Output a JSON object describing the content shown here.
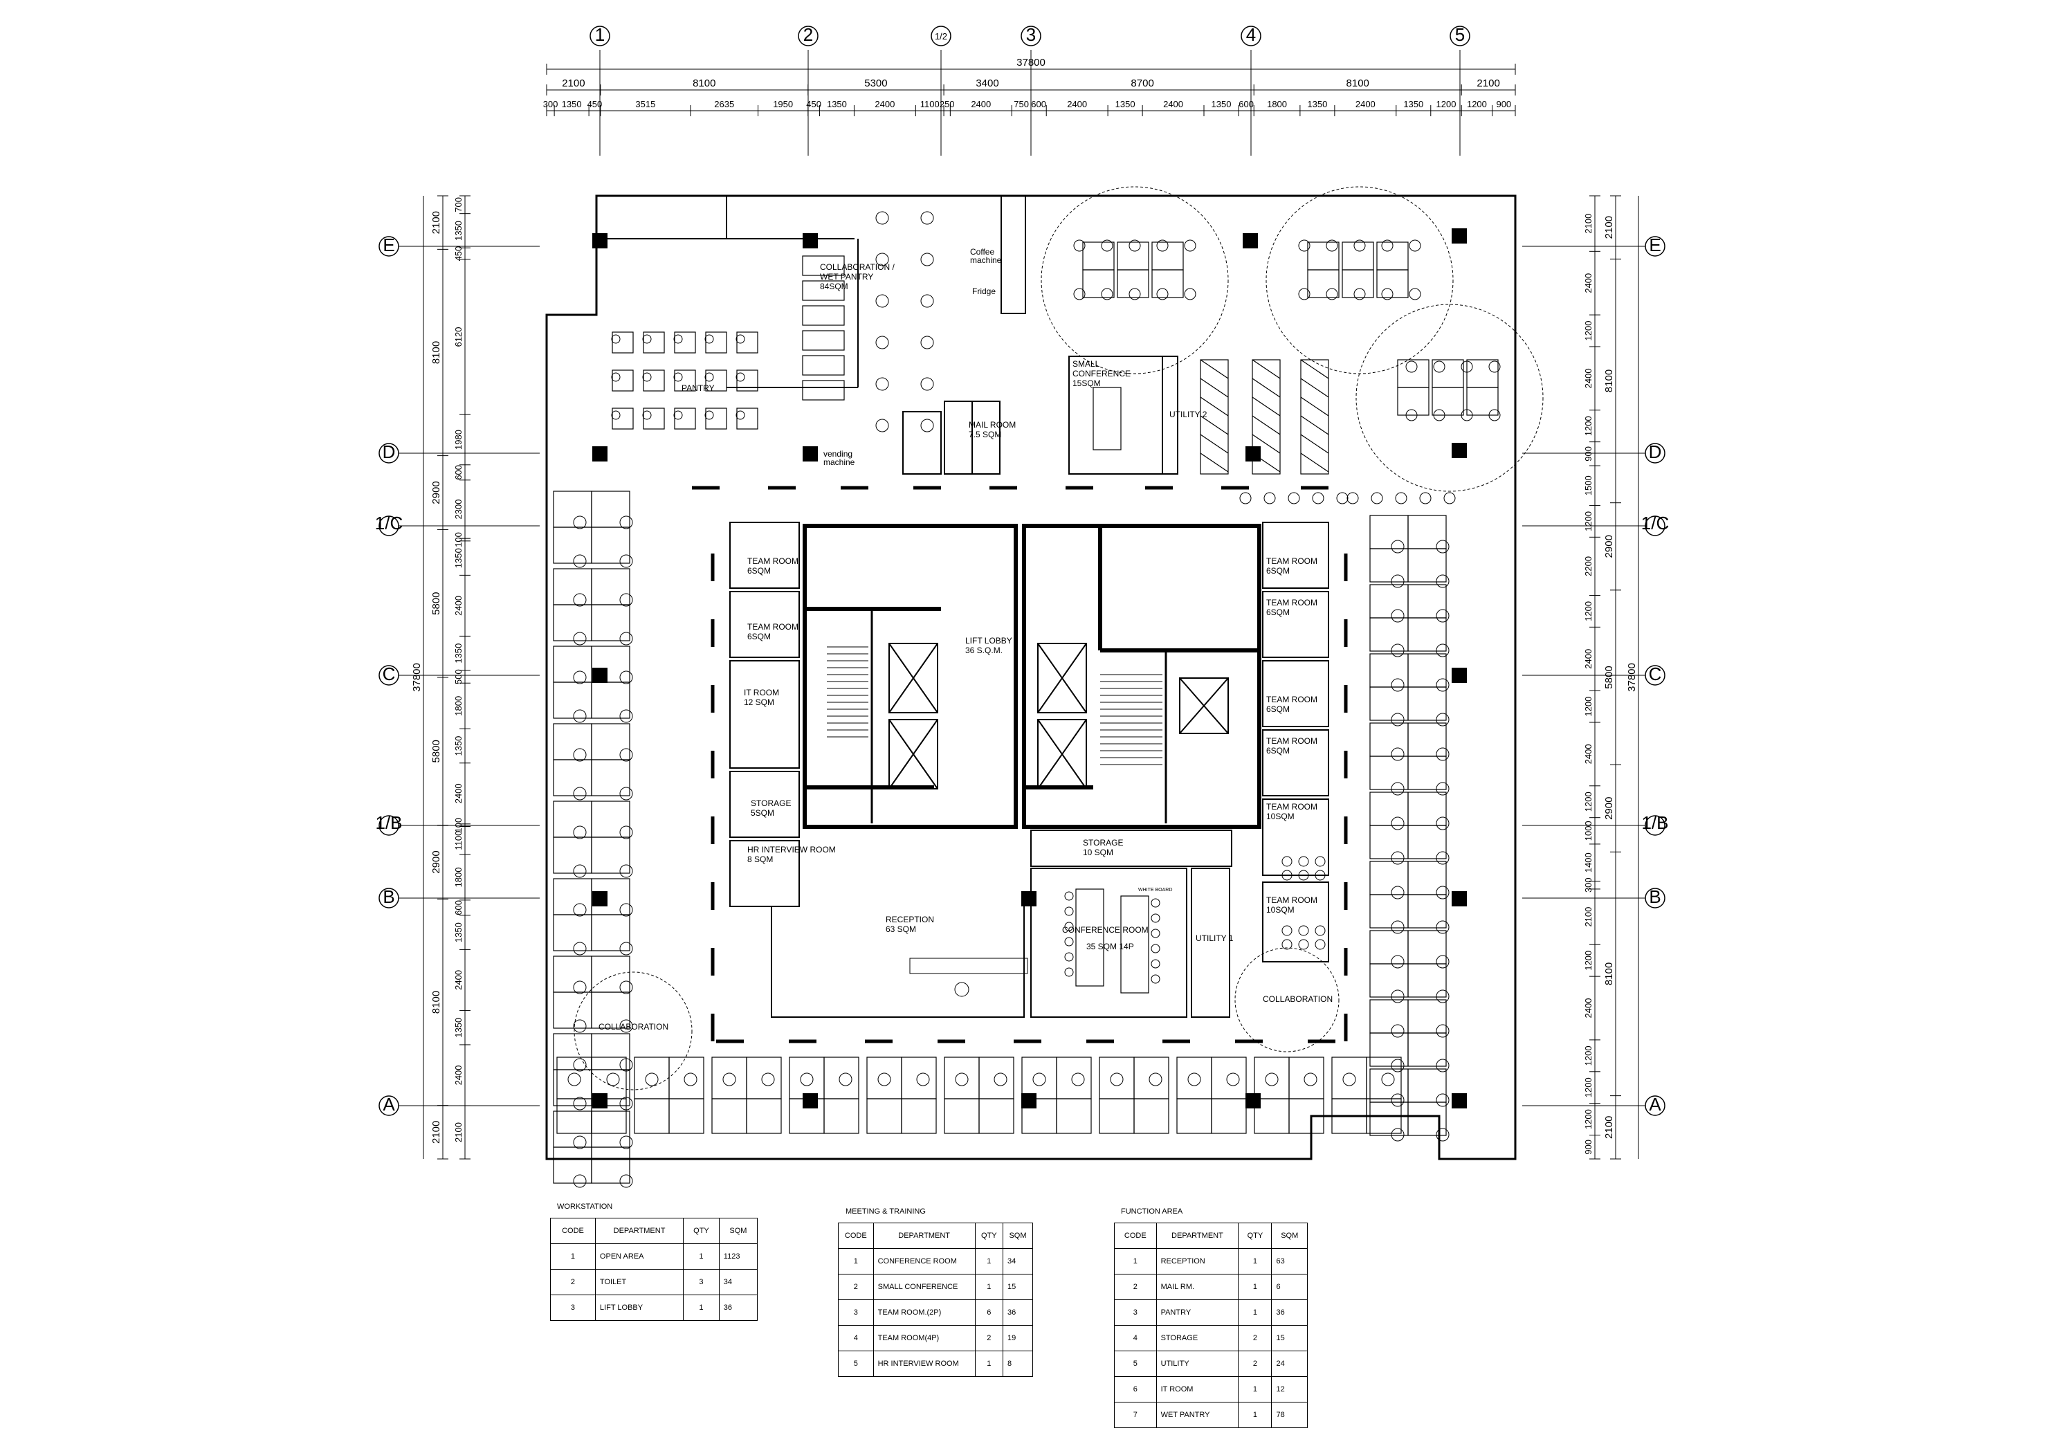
{
  "grid": {
    "columns": [
      "1",
      "2",
      "1/2",
      "3",
      "4",
      "5"
    ],
    "rows": [
      "E",
      "D",
      "1/C",
      "C",
      "1/B",
      "B",
      "A"
    ]
  },
  "dims": {
    "top_total": "37800",
    "top_main": [
      "2100",
      "8100",
      "5300",
      "3400",
      "8700",
      "8100",
      "2100"
    ],
    "top_detail": [
      "300",
      "1350",
      "450",
      "3515",
      "2635",
      "1950",
      "450",
      "1350",
      "2400",
      "1100",
      "250",
      "2400",
      "750",
      "600",
      "2400",
      "1350",
      "2400",
      "1350",
      "600",
      "1800",
      "1350",
      "2400",
      "1350",
      "1200",
      "1200",
      "900"
    ],
    "left_total": "37800",
    "left_main": [
      "2100",
      "8100",
      "2900",
      "5800",
      "5800",
      "2900",
      "8100",
      "2100"
    ],
    "left_detail": [
      "700",
      "1350",
      "450",
      "6120",
      "1980",
      "600",
      "2300",
      "100",
      "1350",
      "2400",
      "1350",
      "500",
      "1800",
      "1350",
      "2400",
      "100",
      "1100",
      "1800",
      "600",
      "1350",
      "2400",
      "1350",
      "2400",
      "2100"
    ],
    "right_total": "37800",
    "right_main": [
      "2100",
      "8100",
      "2900",
      "5800",
      "2900",
      "8100",
      "2100"
    ],
    "right_detail": [
      "2100",
      "2400",
      "1200",
      "2400",
      "1200",
      "900",
      "1500",
      "1200",
      "2200",
      "1200",
      "2400",
      "1200",
      "2400",
      "1200",
      "1000",
      "1400",
      "300",
      "2100",
      "1200",
      "2400",
      "1200",
      "1200",
      "1200",
      "900"
    ]
  },
  "rooms": {
    "collab_pantry": [
      "COLLABORATION /",
      "WET PANTRY",
      "84SQM"
    ],
    "coffee": [
      "Coffee",
      "machine"
    ],
    "fridge": "Fridge",
    "pantry": "PANTRY",
    "vending": [
      "vending",
      "machine"
    ],
    "small_conf": [
      "SMALL",
      "CONFERENCE",
      "15SQM"
    ],
    "mail": [
      "MAIL ROOM",
      "7.5 SQM"
    ],
    "utility2": "UTILITY 2",
    "team_room_6": [
      "TEAM ROOM",
      "6SQM"
    ],
    "it_room": [
      "IT ROOM",
      "12 SQM"
    ],
    "storage_5": [
      "STORAGE",
      "5SQM"
    ],
    "hr_interview": [
      "HR INTERVIEW ROOM",
      "8 SQM"
    ],
    "lift_lobby": [
      "LIFT LOBBY",
      "36 S.Q.M."
    ],
    "reception": [
      "RECEPTION",
      "63 SQM"
    ],
    "storage_10": [
      "STORAGE",
      "10 SQM"
    ],
    "conference": [
      "CONFERENCE ROOM",
      "35 SQM 14P"
    ],
    "utility1": "UTILITY 1",
    "team_room_10": [
      "TEAM ROOM",
      "10SQM"
    ],
    "collaboration": "COLLABORATION",
    "white_board": "WHITE BOARD"
  },
  "tables": [
    {
      "title": "WORKSTATION",
      "headers": [
        "CODE",
        "DEPARTMENT",
        "QTY",
        "SQM"
      ],
      "rows": [
        [
          "1",
          "OPEN AREA",
          "1",
          "1123"
        ],
        [
          "2",
          "TOILET",
          "3",
          "34"
        ],
        [
          "3",
          "LIFT LOBBY",
          "1",
          "36"
        ]
      ]
    },
    {
      "title": "MEETING & TRAINING",
      "headers": [
        "CODE",
        "DEPARTMENT",
        "QTY",
        "SQM"
      ],
      "rows": [
        [
          "1",
          "CONFERENCE ROOM",
          "1",
          "34"
        ],
        [
          "2",
          "SMALL CONFERENCE",
          "1",
          "15"
        ],
        [
          "3",
          "TEAM ROOM.(2P)",
          "6",
          "36"
        ],
        [
          "4",
          "TEAM ROOM(4P)",
          "2",
          "19"
        ],
        [
          "5",
          "HR INTERVIEW ROOM",
          "1",
          "8"
        ]
      ]
    },
    {
      "title": "FUNCTION AREA",
      "headers": [
        "CODE",
        "DEPARTMENT",
        "QTY",
        "SQM"
      ],
      "rows": [
        [
          "1",
          "RECEPTION",
          "1",
          "63"
        ],
        [
          "2",
          "MAIL RM.",
          "1",
          "6"
        ],
        [
          "3",
          "PANTRY",
          "1",
          "36"
        ],
        [
          "4",
          "STORAGE",
          "2",
          "15"
        ],
        [
          "5",
          "UTILITY",
          "2",
          "24"
        ],
        [
          "6",
          "IT ROOM",
          "1",
          "12"
        ],
        [
          "7",
          "WET PANTRY",
          "1",
          "78"
        ]
      ]
    }
  ]
}
